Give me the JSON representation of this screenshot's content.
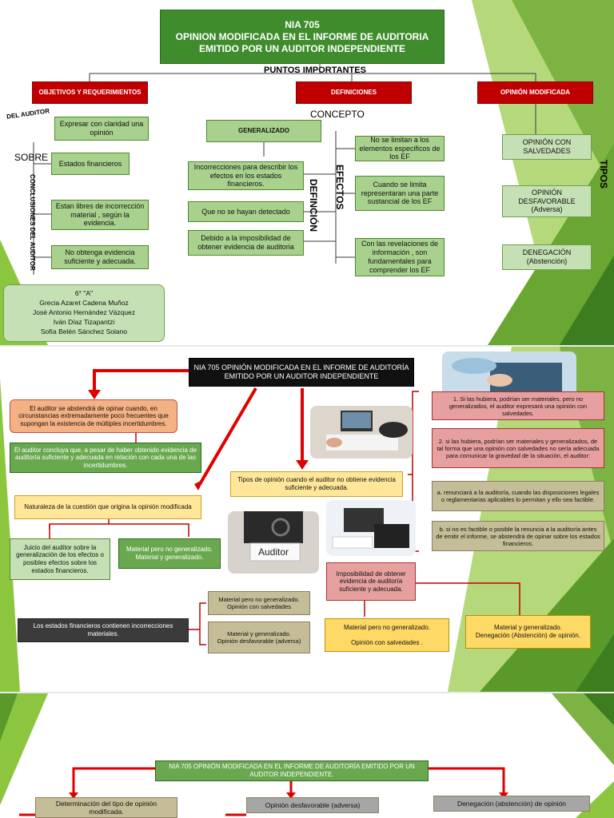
{
  "slide1": {
    "title": "NIA 705\nOPINION MODIFICADA EN EL INFORME DE AUDITORIA EMITIDO POR UN AUDITOR INDEPENDIENTE",
    "subtitle": "PUNTOS IMPORTANTES",
    "head_objetivos": "OBJETIVOS Y REQUERIMIENTOS",
    "head_definiciones": "DEFINICIONES",
    "head_opinion": "OPINIÓN MODIFICADA",
    "del_auditor": "DEL AUDITOR",
    "sobre": "SOBRE",
    "conclusiones_vertical": "CONCLUSIONES DEL AUDITOR",
    "obj_items": [
      "Expresar con claridad una opinión",
      "Estados financieros",
      "Estan libres de incorrección material , según la evidencia.",
      "No obtenga evidencia suficiente y adecuada."
    ],
    "concepto": "CONCEPTO",
    "generalizado": "GENERALIZADO",
    "definicion_vertical": "DEFINCIÓN",
    "efectos_vertical": "EFECTOS",
    "def_left": [
      "Incorrecciones para describir los efectos en los estados financieros.",
      "Que no se hayan detectado",
      "Debido a la imposibilidad de obtener evidencia de auditoria"
    ],
    "def_right": [
      "No se limitan a los elementos especificos de los EF",
      "Cuando se limita representaran una parte sustancial de los EF",
      "Con las revelaciones de información , son fundamentales para comprender los EF"
    ],
    "tipos_vertical": "TIPOS",
    "tipos": [
      "OPINIÓN CON SALVEDADES",
      "OPINIÓN DESFAVORABLE (Adversa)",
      "DENEGACIÓN (Abstención)"
    ],
    "authors": [
      "6° \"A\"",
      "Grecia Azaret Cadena Muñoz",
      "José Antonio Hernández Vázquez",
      "Iván Díaz Tizapantzi",
      "Sofía Belén Sánchez Solano"
    ]
  },
  "slide2": {
    "title": "NIA 705 OPINIÓN MODIFICADA EN EL INFORME DE AUDITORÍA EMITIDO POR UN AUDITOR INDEPENDIENTE",
    "abstendra": "El auditor se abstendrá de opinar cuando, en circunstancias extremadamente poco frecuentes que supongan la existencia de múltiples incertidumbres.",
    "concluye": "El auditor concluya que, a pesar de haber obtenido evidencia de auditoría suficiente y adecuada en relación con cada una de las incertidumbres.",
    "naturaleza": "Naturaleza de la cuestión que origina la opinión modificada",
    "juicio": "Juicio del auditor sobre la generalización de los efectos o posibles efectos sobre los estados financieros.",
    "material_pair": "Material pero no generalizado.\nMaterial y generalizado.",
    "tipos_opinion": "Tipos de opinión cuando el auditor no obtiene evidencia suficiente y adecuada.",
    "auditor_photo_label": "Auditor",
    "right_items": [
      "1. Si las hubiera, podrían ser materiales, pero no generalizados, el auditor expresará una opinión con salvedades.",
      "2. si las hubiera, podrían ser materiales y generalizados, de tal forma que una opinión con salvedades no sería adecuada para comunicar la gravedad de la situación, el auditor:",
      "a. renunciará a la auditoría, cuando las disposiciones legales o reglamentarias aplicables lo permitan y ello sea factible.",
      "b. si no es factible o posible la renuncia a la auditoría antes de emitir el informe, se abstendrá de opinar sobre los estados financieros."
    ],
    "estados": "Los estados financieros contienen incorrecciones materiales.",
    "tan1": "Material pero no generalizado.\nOpinión con salvedades",
    "tan2": "Material y generalizado.\nOpinión desfavorable (adversa)",
    "imposibilidad": "Imposibilidad de obtener evidencia de auditoría suficiente y adecuada.",
    "ye1": "Material pero no generalizado.\n\nOpinión con salvedades .",
    "ye2": "Material y generalizado.\nDenegación (Abstención) de opinión."
  },
  "slide3": {
    "title": "NIA 705 OPINIÓN MODIFICADA EN EL INFORME DE AUDITORÍA EMITIDO POR UN AUDITOR INDEPENDIENTE.",
    "box1": "Determinación del tipo de opinión modificada.",
    "box2": "Opinión desfavorable (adversa)",
    "box3": "Denegación (abstención) de opinión"
  },
  "colors": {
    "green_dark": "#3f8c2c",
    "red": "#c00000",
    "green_light": "#a9d18e",
    "lime": "#8cc63f"
  }
}
